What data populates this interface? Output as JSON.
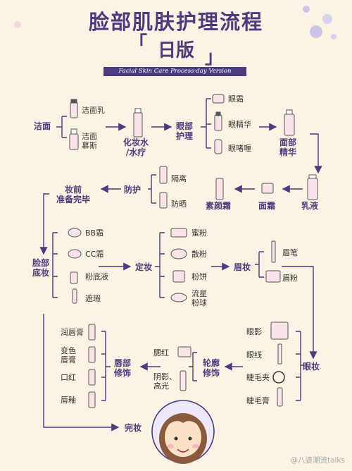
{
  "title": "脸部肌肤护理流程",
  "subtitle": "日版",
  "subtitle_en": "Facial Skin Care Process-day Version",
  "watermark": "@八婆潮流talks",
  "colors": {
    "accent": "#4c3b7e",
    "pink": "#e6a6bd",
    "pinkfill": "#fbe3ea",
    "dots": "#cbc6e8"
  },
  "nodes": {
    "cleanse": "洁面",
    "toner": "化妆水\n/水疗",
    "eyecare": "眼部\n护理",
    "serum": "面部\n精华",
    "lotion": "乳液",
    "cream": "面霜",
    "base_cream": "素颜霜",
    "protect": "防护",
    "pre_makeup": "妆前\n准备完毕",
    "base_makeup": "脸部\n底妆",
    "set": "定妆",
    "brow": "眉妆",
    "eye_makeup": "眼妆",
    "contour": "轮廓\n修饰",
    "lip": "唇部\n修饰",
    "done": "完妆"
  },
  "items": {
    "cleanse_milk": "洁面乳",
    "cleanse_mousse": "洁面\n慕斯",
    "eye_cream": "眼霜",
    "eye_essence": "眼精华",
    "eye_gel": "眼啫喱",
    "isolation": "隔离",
    "sunscreen": "防晒",
    "bb": "BB霜",
    "cc": "CC霜",
    "foundation": "粉底液",
    "concealer": "遮瑕",
    "honey_powder": "蜜粉",
    "loose_powder": "散粉",
    "pressed_powder": "粉饼",
    "powder_ball": "流星\n粉球",
    "brow_pencil": "眉笔",
    "brow_powder": "眉粉",
    "eyeshadow": "眼影",
    "eyeliner": "眼线",
    "curler": "睫毛夹",
    "mascara": "睫毛膏",
    "blush": "腮红",
    "highlight": "阴影、\n高光",
    "lip_balm": "润唇膏",
    "color_balm": "变色\n唇膏",
    "lipstick": "口红",
    "lip_glaze": "唇釉"
  }
}
